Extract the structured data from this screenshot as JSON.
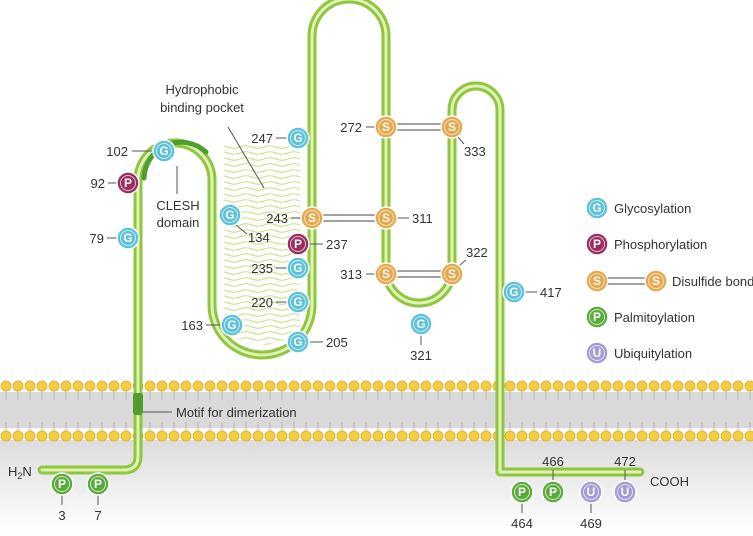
{
  "colors": {
    "glycosylation": "#5cc2d9",
    "phosphorylation": "#9a2c62",
    "disulfide": "#e7a74a",
    "palmitoylation": "#5aac3a",
    "ubiquitylation": "#a49ad6",
    "chain_outer": "#8ec63f",
    "chain_inner": "#dff0b0",
    "membrane_head": "#f5cd40"
  },
  "glyphs": {
    "glycosylation": "G",
    "phosphorylation": "P",
    "disulfide": "S",
    "palmitoylation": "P",
    "ubiquitylation": "U"
  },
  "annotations": {
    "hydrophobic_pocket": [
      "Hydrophobic",
      "binding pocket"
    ],
    "clesh_domain": [
      "CLESH",
      "domain"
    ],
    "dimerization_motif": "Motif for dimerization",
    "n_terminus": "H",
    "n_terminus_sub": "2",
    "n_terminus_end": "N",
    "c_terminus": "COOH"
  },
  "sites": {
    "glycosylation": [
      "102",
      "79",
      "247",
      "134",
      "235",
      "220",
      "163",
      "205",
      "321",
      "417"
    ],
    "phosphorylation": [
      "92",
      "237"
    ],
    "disulfide": [
      "272",
      "333",
      "243",
      "311",
      "313",
      "322"
    ],
    "palmitoylation": [
      "3",
      "7",
      "464",
      "466"
    ],
    "ubiquitylation": [
      "469",
      "472"
    ]
  },
  "legend": [
    {
      "key": "glycosylation",
      "label": "Glycosylation"
    },
    {
      "key": "phosphorylation",
      "label": "Phosphorylation"
    },
    {
      "key": "disulfide",
      "label": "Disulfide bond"
    },
    {
      "key": "palmitoylation",
      "label": "Palmitoylation"
    },
    {
      "key": "ubiquitylation",
      "label": "Ubiquitylation"
    }
  ]
}
